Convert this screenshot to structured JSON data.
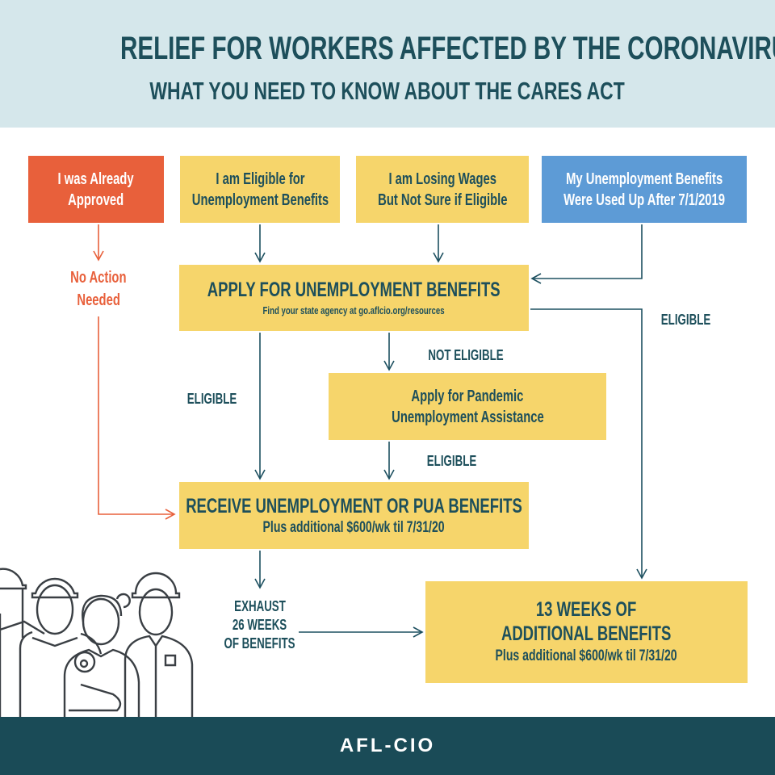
{
  "header": {
    "title": "RELIEF FOR WORKERS AFFECTED BY THE CORONAVIRUS",
    "subtitle": "WHAT YOU NEED TO KNOW ABOUT THE CARES ACT"
  },
  "start": {
    "approved": [
      "I was Already",
      "Approved"
    ],
    "eligible": [
      "I am Eligible for",
      "Unemployment Benefits"
    ],
    "losing": [
      "I am Losing Wages",
      "But Not Sure if Eligible"
    ],
    "usedup": [
      "My Unemployment Benefits",
      "Were Used Up After 7/1/2019"
    ]
  },
  "no_action": [
    "No Action",
    "Needed"
  ],
  "apply": {
    "title": "APPLY FOR UNEMPLOYMENT BENEFITS",
    "sub": "Find your state agency at go.aflcio.org/resources"
  },
  "pua": [
    "Apply for Pandemic",
    "Unemployment Assistance"
  ],
  "receive": {
    "title": "RECEIVE UNEMPLOYMENT OR PUA BENEFITS",
    "sub": "Plus additional $600/wk til 7/31/20"
  },
  "extra": {
    "title": [
      "13 WEEKS OF",
      "ADDITIONAL BENEFITS"
    ],
    "sub": "Plus additional $600/wk til 7/31/20"
  },
  "labels": {
    "eligible_right": "ELIGIBLE",
    "not_eligible": "NOT ELIGIBLE",
    "eligible_left": "ELIGIBLE",
    "eligible_mid": "ELIGIBLE",
    "exhaust": [
      "EXHAUST",
      "26 WEEKS",
      "OF BENEFITS"
    ]
  },
  "footer": {
    "logo": "AFL-CIO"
  },
  "colors": {
    "teal": "#1d4f5b",
    "yellow": "#f6d56b",
    "orange": "#e8603b",
    "blue": "#5d9bd6",
    "header_bg": "#d5e7eb",
    "footer_bg": "#1a4b57"
  }
}
